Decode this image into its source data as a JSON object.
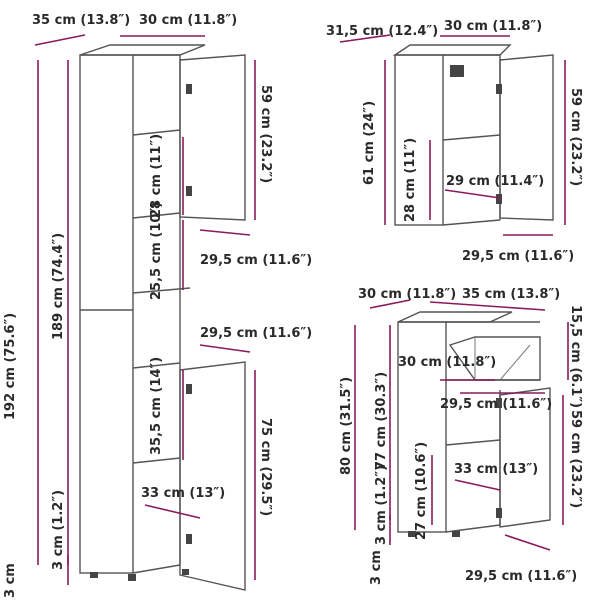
{
  "colors": {
    "dimension_line": "#8a1a5c",
    "outline": "#555555",
    "text": "#2a2a2a"
  },
  "tall": {
    "depth": "35 cm (13.8″)",
    "width": "30 cm (11.8″)",
    "total_height": "192 cm (75.6″)",
    "body_height": "189 cm (74.4″)",
    "upper_door": "59 cm (23.2″)",
    "upper_shelf": "28 cm (11″)",
    "shelf_depth_1": "29,5 cm (11.6″)",
    "open_shelf": "25,5 cm (10″)",
    "shelf_depth_2": "29,5 cm (11.6″)",
    "lower_shelf": "35,5 cm (14″)",
    "lower_door": "75 cm (29.5″)",
    "inner_width": "33 cm (13″)",
    "base": "3 cm (1.2″)",
    "feet": "3 cm"
  },
  "wall": {
    "depth": "31,5 cm (12.4″)",
    "width": "30 cm (11.8″)",
    "total_height": "61 cm (24″)",
    "door": "59 cm (23.2″)",
    "shelf": "28 cm (11″)",
    "inner_width": "29 cm (11.4″)",
    "shelf_depth": "29,5 cm (11.6″)"
  },
  "base": {
    "width": "30 cm (11.8″)",
    "depth": "35 cm (13.8″)",
    "drawer_height": "15,5 cm (6.1″)",
    "drawer_width": "30 cm (11.8″)",
    "drawer_depth": "29,5 cm (11.6″)",
    "total_height": "80 cm (31.5″)",
    "body_height": "77 cm (30.3″)",
    "door": "59 cm (23.2″)",
    "shelf": "27 cm (10.6″)",
    "inner_width": "33 cm (13″)",
    "base_height": "3 cm (1.2″)",
    "feet": "3 cm",
    "shelf_depth": "29,5 cm (11.6″)"
  }
}
